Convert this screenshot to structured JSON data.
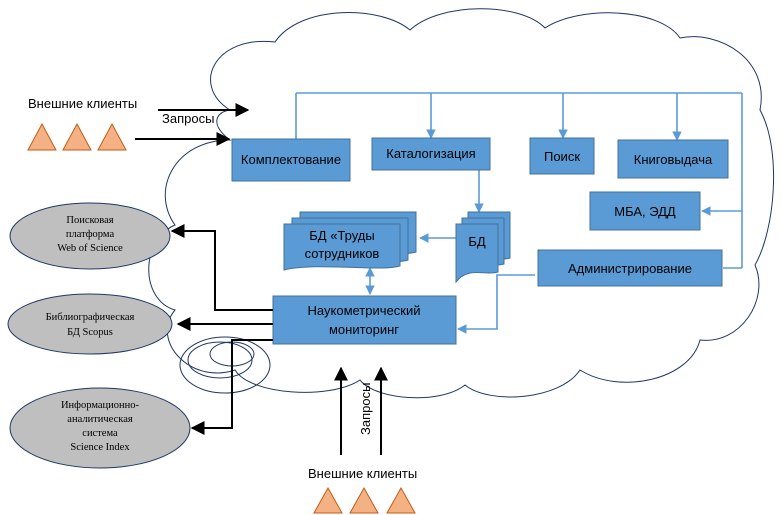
{
  "colors": {
    "box_fill": "#5b9bd5",
    "box_stroke": "#41719c",
    "arrow_blue": "#5b9bd5",
    "arrow_black": "#000000",
    "triangle_fill": "#f4b183",
    "triangle_stroke": "#c55a11",
    "oval_fill": "#bfbfbf",
    "cloud_stroke": "#1f3864"
  },
  "external_clients_top": {
    "label": "Внешние клиенты",
    "requests": "Запросы"
  },
  "external_clients_bottom": {
    "label": "Внешние клиенты",
    "requests": "Запросы"
  },
  "modules": {
    "acquisition": "Комплектование",
    "cataloging": "Каталогизация",
    "search": "Поиск",
    "circulation": "Книговыдача",
    "ill": "МБА, ЭДД",
    "administration": "Администрирование",
    "scientometric": [
      "Наукометрический",
      "мониторинг"
    ]
  },
  "databases": {
    "db": "БД",
    "staff_works": [
      "БД «Труды",
      "сотрудников"
    ]
  },
  "external_systems": {
    "wos": [
      "Поисковая",
      "платформа",
      "Web of Science"
    ],
    "scopus": [
      "Библиографическая",
      "БД Scopus"
    ],
    "science_index": [
      "Информационно-",
      "аналитическая",
      "система",
      "Science Index"
    ]
  }
}
